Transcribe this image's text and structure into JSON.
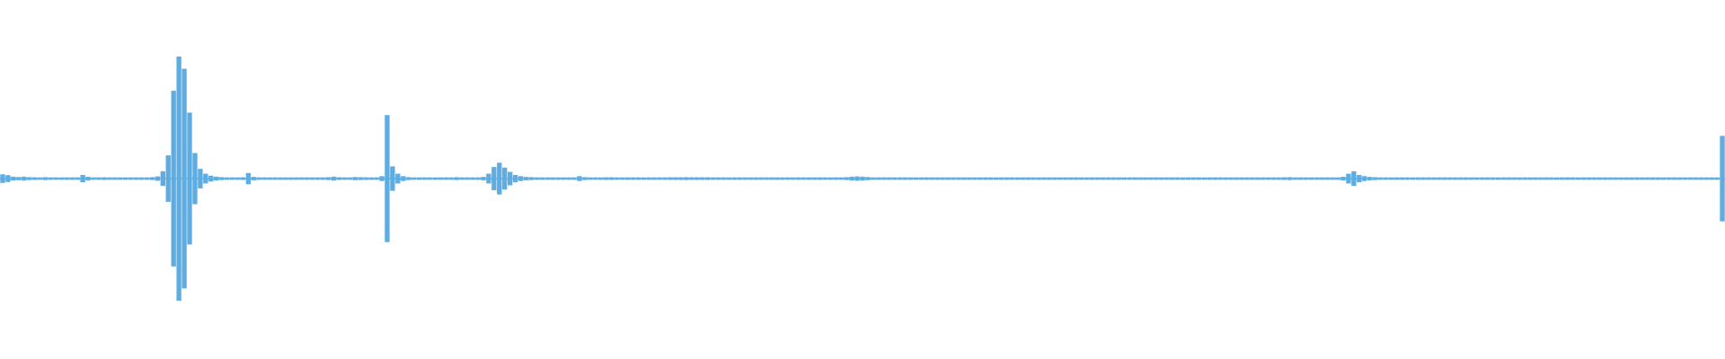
{
  "chart_data": {
    "type": "area",
    "title": "",
    "xlabel": "",
    "ylabel": "",
    "grid": false,
    "legend": "none",
    "ylim": [
      -1,
      1
    ],
    "colors": {
      "waveform": "#5DADE2",
      "background": "#ffffff"
    },
    "series": [
      {
        "values": [
          0.035,
          0.028,
          0.016,
          0.013,
          0.016,
          0.012,
          0.011,
          0.01,
          0.012,
          0.01,
          0.01,
          0.01,
          0.01,
          0.01,
          0.01,
          0.03,
          0.015,
          0.01,
          0.01,
          0.011,
          0.01,
          0.01,
          0.01,
          0.01,
          0.01,
          0.01,
          0.01,
          0.01,
          0.012,
          0.018,
          0.06,
          0.19,
          0.72,
          1.0,
          0.9,
          0.54,
          0.21,
          0.08,
          0.04,
          0.024,
          0.016,
          0.012,
          0.01,
          0.01,
          0.01,
          0.011,
          0.046,
          0.014,
          0.01,
          0.01,
          0.01,
          0.01,
          0.01,
          0.01,
          0.01,
          0.01,
          0.01,
          0.01,
          0.01,
          0.01,
          0.01,
          0.012,
          0.016,
          0.011,
          0.01,
          0.01,
          0.013,
          0.012,
          0.011,
          0.01,
          0.01,
          0.02,
          0.52,
          0.1,
          0.04,
          0.02,
          0.012,
          0.01,
          0.01,
          0.01,
          0.01,
          0.01,
          0.01,
          0.01,
          0.01,
          0.012,
          0.01,
          0.01,
          0.01,
          0.01,
          0.014,
          0.04,
          0.095,
          0.13,
          0.09,
          0.055,
          0.03,
          0.02,
          0.014,
          0.012,
          0.01,
          0.01,
          0.01,
          0.01,
          0.01,
          0.01,
          0.01,
          0.01,
          0.02,
          0.012,
          0.01,
          0.01,
          0.01,
          0.011,
          0.011,
          0.01,
          0.01,
          0.01,
          0.01,
          0.01,
          0.01,
          0.01,
          0.01,
          0.01,
          0.01,
          0.011,
          0.011,
          0.011,
          0.012,
          0.011,
          0.011,
          0.011,
          0.011,
          0.01,
          0.01,
          0.01,
          0.01,
          0.01,
          0.01,
          0.01,
          0.01,
          0.01,
          0.01,
          0.01,
          0.01,
          0.01,
          0.01,
          0.01,
          0.01,
          0.01,
          0.01,
          0.01,
          0.01,
          0.01,
          0.01,
          0.01,
          0.01,
          0.01,
          0.012,
          0.016,
          0.018,
          0.016,
          0.013,
          0.01,
          0.01,
          0.01,
          0.01,
          0.01,
          0.01,
          0.01,
          0.01,
          0.01,
          0.01,
          0.01,
          0.01,
          0.01,
          0.01,
          0.01,
          0.01,
          0.01,
          0.01,
          0.01,
          0.01,
          0.01,
          0.01,
          0.01,
          0.01,
          0.01,
          0.01,
          0.01,
          0.01,
          0.01,
          0.01,
          0.01,
          0.01,
          0.01,
          0.01,
          0.01,
          0.01,
          0.01,
          0.01,
          0.01,
          0.01,
          0.01,
          0.01,
          0.01,
          0.01,
          0.01,
          0.01,
          0.01,
          0.01,
          0.01,
          0.01,
          0.01,
          0.01,
          0.01,
          0.01,
          0.01,
          0.01,
          0.01,
          0.01,
          0.01,
          0.01,
          0.01,
          0.01,
          0.01,
          0.01,
          0.01,
          0.01,
          0.01,
          0.01,
          0.01,
          0.01,
          0.01,
          0.01,
          0.01,
          0.01,
          0.01,
          0.01,
          0.01,
          0.011,
          0.012,
          0.01,
          0.01,
          0.01,
          0.01,
          0.01,
          0.01,
          0.01,
          0.01,
          0.01,
          0.015,
          0.04,
          0.06,
          0.03,
          0.02,
          0.014,
          0.012,
          0.01,
          0.01,
          0.01,
          0.01,
          0.01,
          0.01,
          0.01,
          0.01,
          0.01,
          0.01,
          0.01,
          0.01,
          0.01,
          0.01,
          0.01,
          0.01,
          0.01,
          0.01,
          0.01,
          0.01,
          0.01,
          0.01,
          0.01,
          0.01,
          0.01,
          0.01,
          0.01,
          0.01,
          0.01,
          0.01,
          0.01,
          0.01,
          0.01,
          0.01,
          0.01,
          0.01,
          0.01,
          0.01,
          0.01,
          0.01,
          0.01,
          0.01,
          0.01,
          0.01,
          0.01,
          0.01,
          0.01,
          0.01,
          0.01,
          0.01,
          0.01,
          0.01,
          0.01,
          0.01,
          0.01,
          0.01,
          0.01,
          0.01,
          0.01,
          0.01,
          0.01,
          0.01,
          0.01,
          0.01,
          0.35
        ]
      }
    ]
  }
}
